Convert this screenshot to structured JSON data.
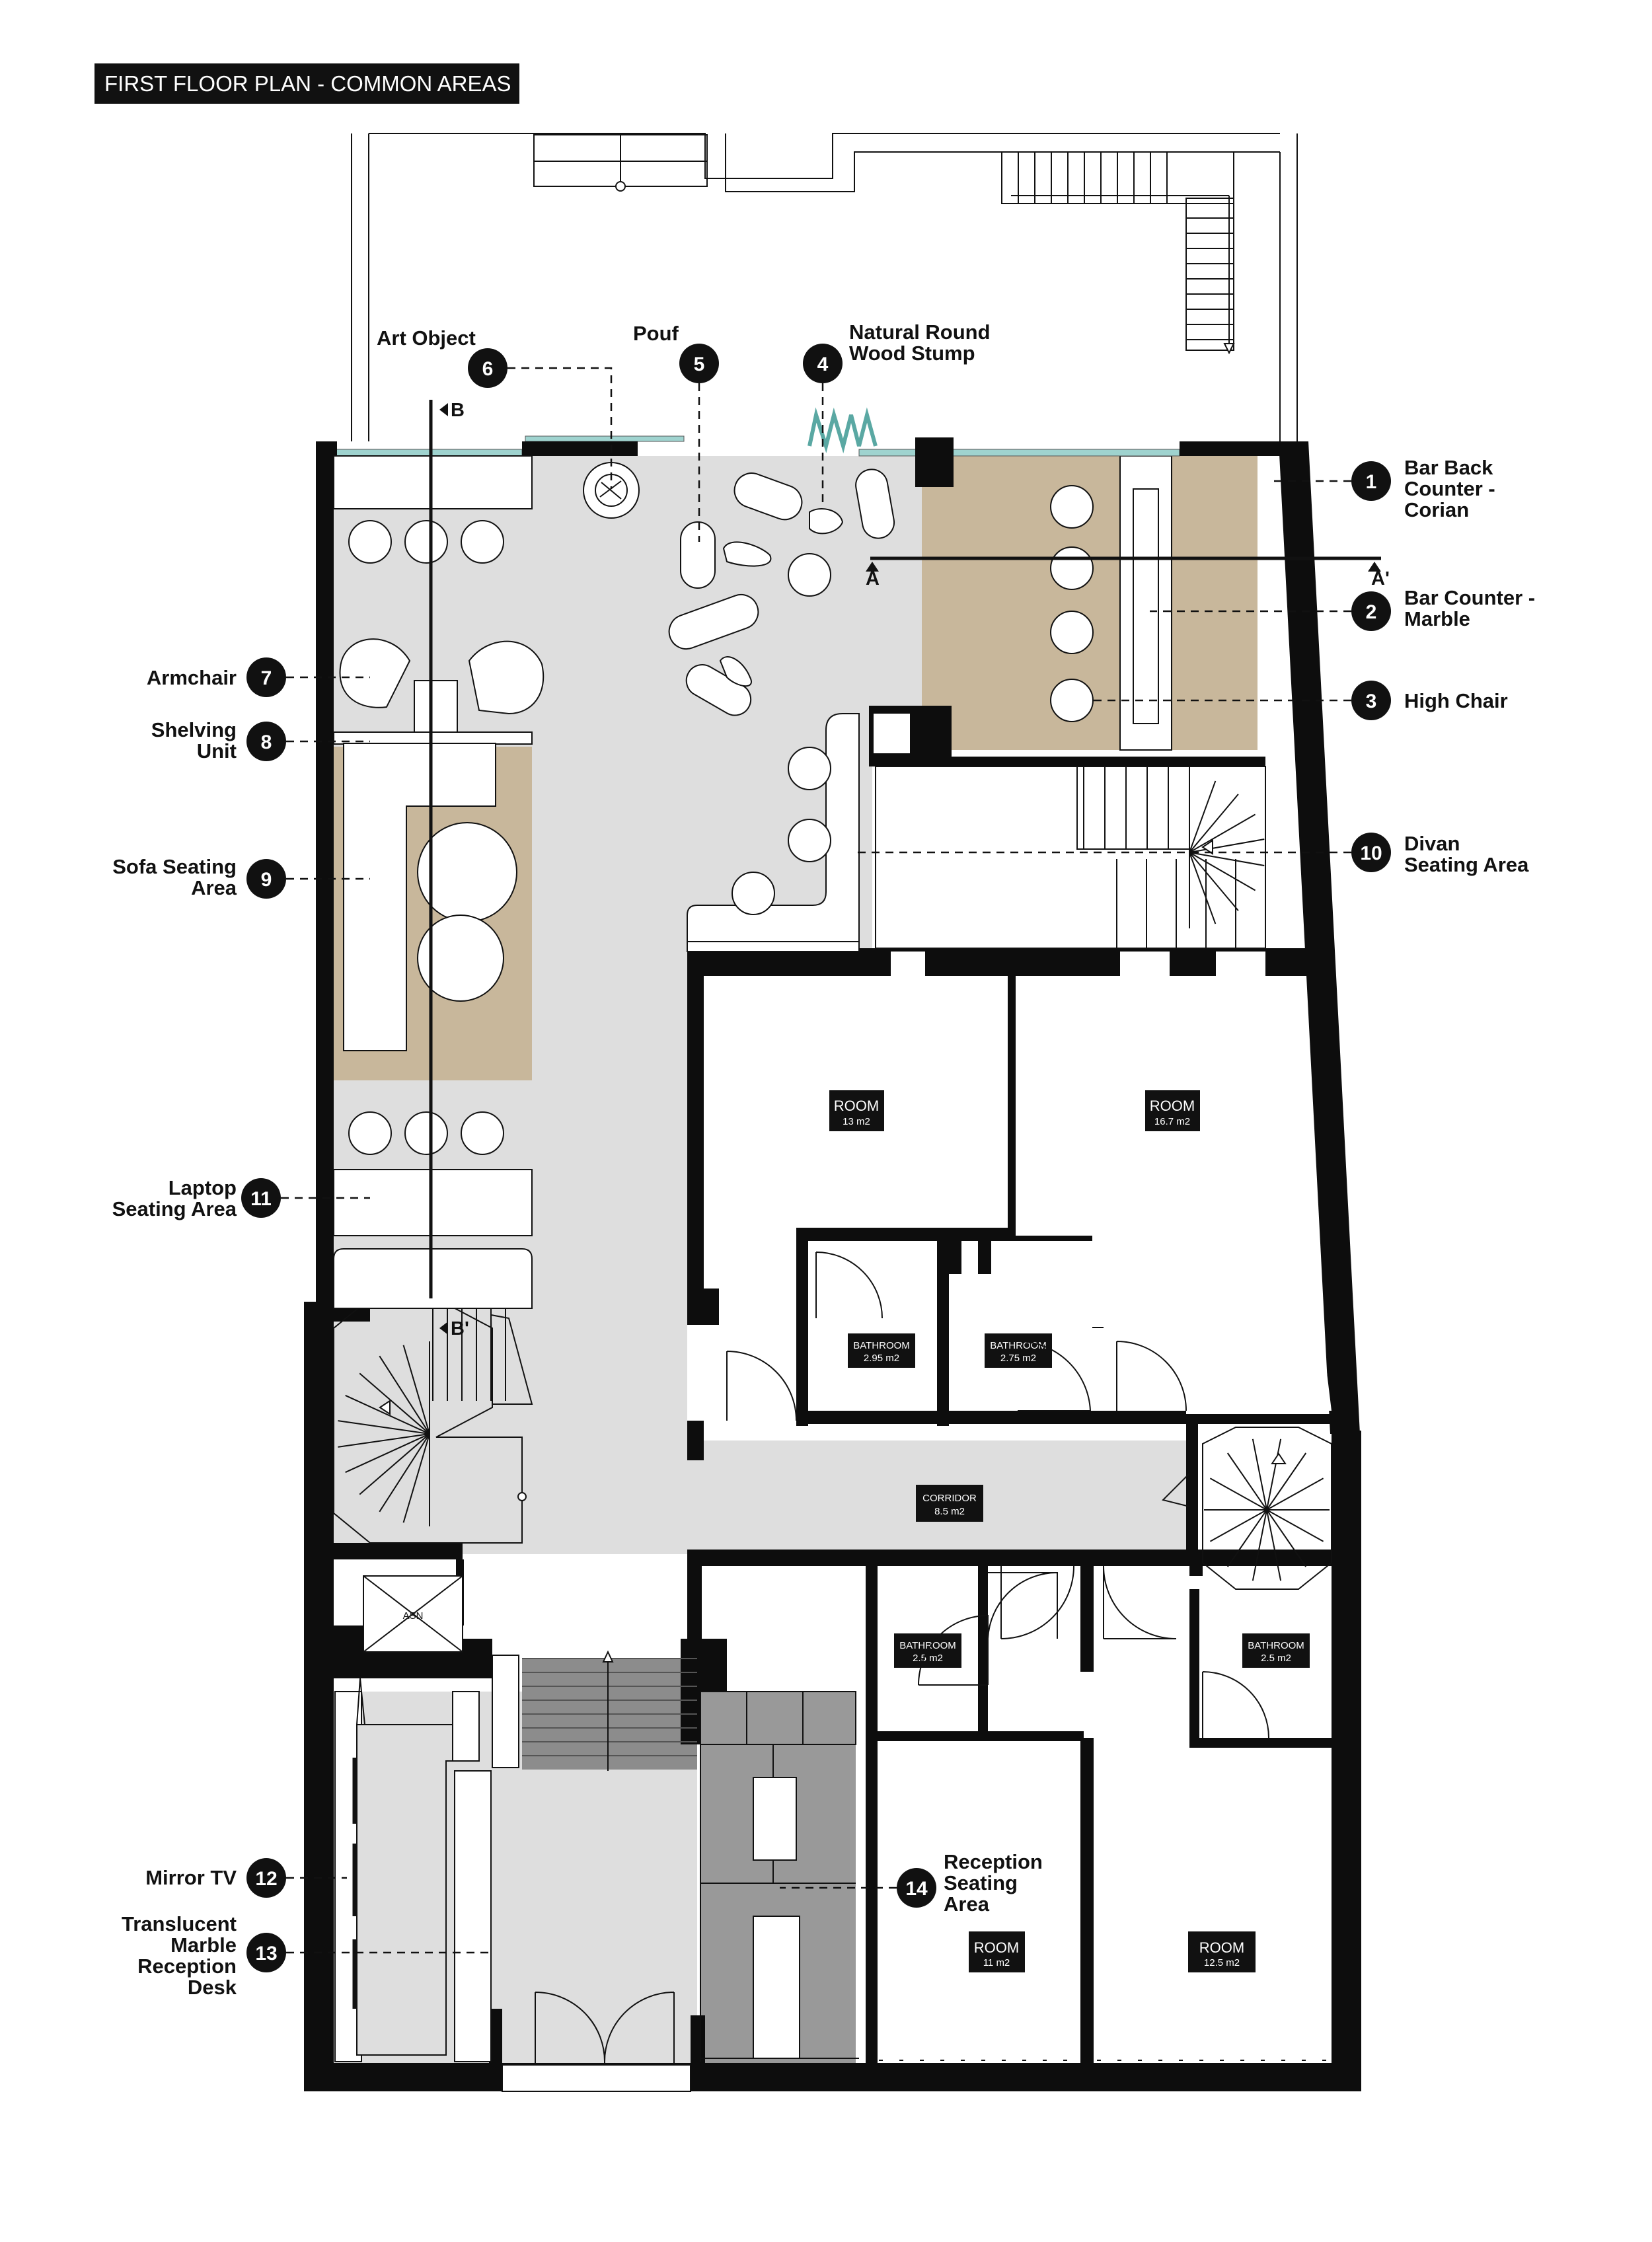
{
  "title": "FIRST FLOOR PLAN - COMMON AREAS",
  "colors": {
    "wall": "#0d0d0d",
    "floor_common": "#dedede",
    "bar_area": "#c8b79b",
    "sofa_area": "#c8b79b",
    "stairs_dark": "#8c8c8c",
    "reception_seating": "#999999",
    "glazing": "#9fd3cf",
    "label_bg": "#111111"
  },
  "callouts": [
    {
      "num": "1",
      "line1": "Bar Back",
      "line2": "Counter -",
      "line3": "Corian"
    },
    {
      "num": "2",
      "line1": "Bar Counter -",
      "line2": "Marble"
    },
    {
      "num": "3",
      "line1": "High Chair"
    },
    {
      "num": "4",
      "line1": "Natural Round",
      "line2": "Wood Stump"
    },
    {
      "num": "5",
      "line1": "Pouf"
    },
    {
      "num": "6",
      "line1": "Art Object"
    },
    {
      "num": "7",
      "line1": "Armchair"
    },
    {
      "num": "8",
      "line1": "Shelving",
      "line2": "Unit"
    },
    {
      "num": "9",
      "line1": "Sofa Seating",
      "line2": "Area"
    },
    {
      "num": "10",
      "line1": "Divan",
      "line2": "Seating Area"
    },
    {
      "num": "11",
      "line1": "Laptop",
      "line2": "Seating Area"
    },
    {
      "num": "12",
      "line1": "Mirror TV"
    },
    {
      "num": "13",
      "line1": "Translucent",
      "line2": "Marble",
      "line3": "Reception",
      "line4": "Desk"
    },
    {
      "num": "14",
      "line1": "Reception",
      "line2": "Seating",
      "line3": "Area"
    }
  ],
  "rooms": [
    {
      "name": "ROOM",
      "area": "13 m2"
    },
    {
      "name": "ROOM",
      "area": "16.7 m2"
    },
    {
      "name": "BATHROOM",
      "area": "2.95 m2"
    },
    {
      "name": "BATHROOM",
      "area": "2.75 m2"
    },
    {
      "name": "CORRIDOR",
      "area": "8.5 m2"
    },
    {
      "name": "BATHROOM",
      "area": "2.5 m2"
    },
    {
      "name": "BATHROOM",
      "area": "2.5 m2"
    },
    {
      "name": "ROOM",
      "area": "11 m2"
    },
    {
      "name": "ROOM",
      "area": "12.5 m2"
    }
  ],
  "section_marks": {
    "a": "A",
    "a_prime": "A'",
    "b": "B",
    "b_prime": "B'"
  },
  "lift_label": "ASN"
}
